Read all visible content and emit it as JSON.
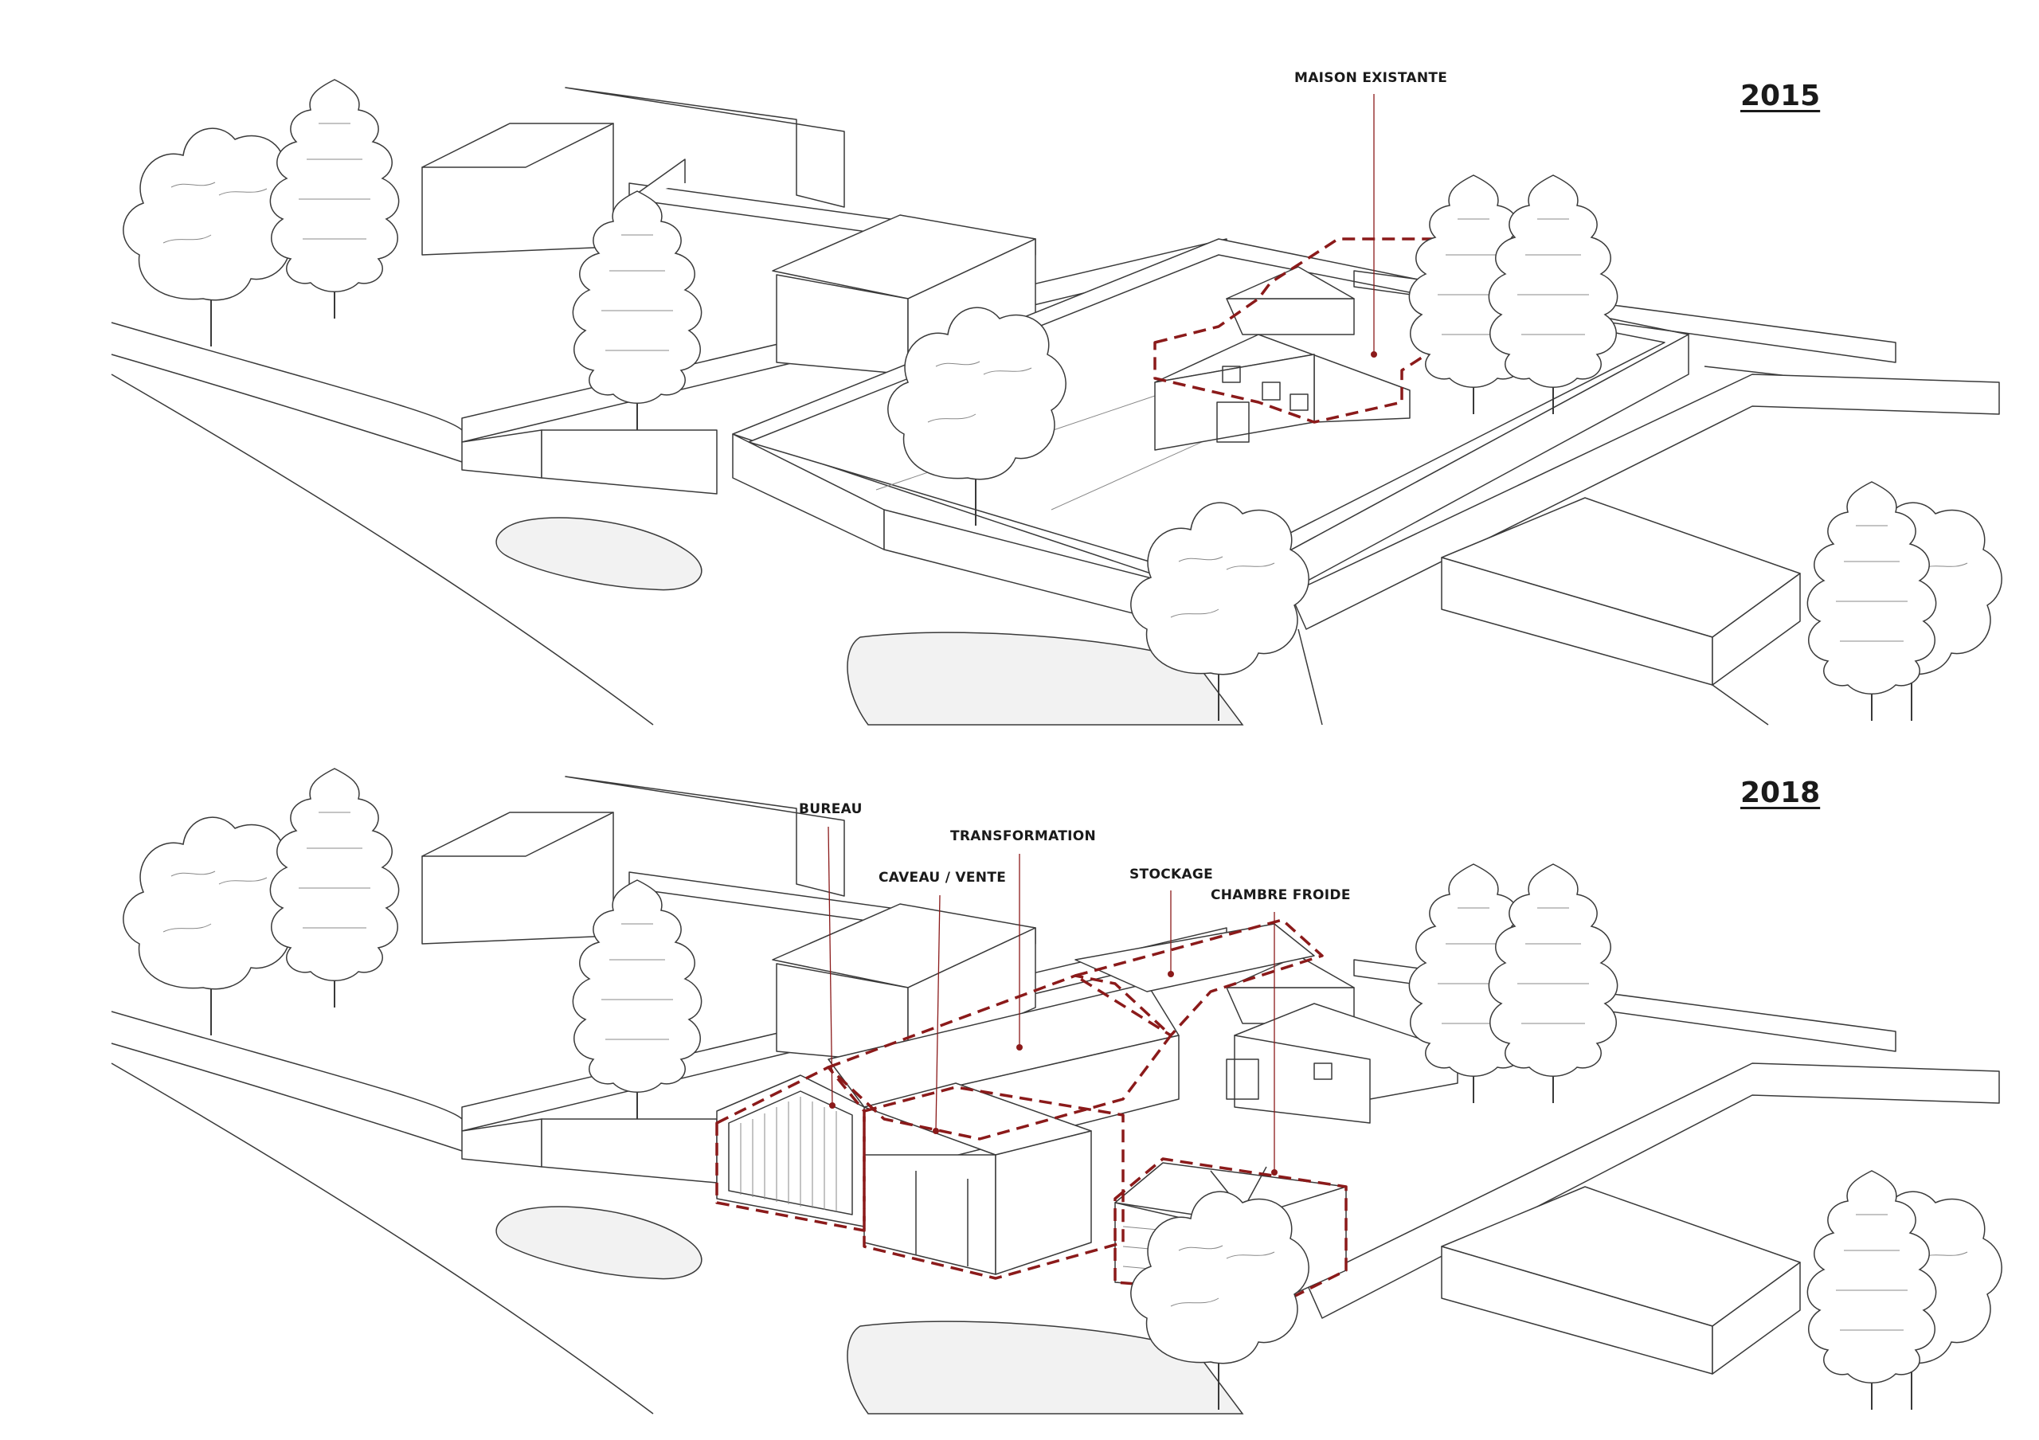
{
  "panels": [
    {
      "year": "2015",
      "labels": [
        {
          "id": "maison-existante",
          "text": "MAISON EXISTANTE"
        }
      ]
    },
    {
      "year": "2018",
      "labels": [
        {
          "id": "bureau",
          "text": "BUREAU"
        },
        {
          "id": "transformation",
          "text": "TRANSFORMATION"
        },
        {
          "id": "caveau-vente",
          "text": "CAVEAU / VENTE"
        },
        {
          "id": "stockage",
          "text": "STOCKAGE"
        },
        {
          "id": "chambre-froide",
          "text": "CHAMBRE FROIDE"
        }
      ]
    }
  ],
  "colors": {
    "highlight": "#8b1a1a",
    "linework": "#3a3a3a",
    "background": "#ffffff"
  }
}
